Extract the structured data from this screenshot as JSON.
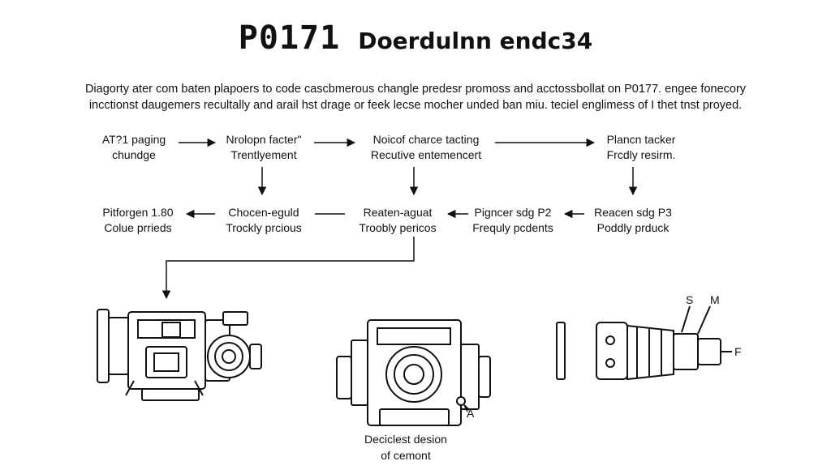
{
  "header": {
    "code": "P0171",
    "title_rest": "Doerdulnn endc34"
  },
  "intro": {
    "line1": "Diagorty ater com baten plapoers to code cascbmerous changle predesr promoss and acctossbollat on P0177. engee fonecory",
    "line2": "incctionst daugemers recultally and arail hst drage or feek lecse mocher unded ban miu. teciel englimess of I thet tnst proyed."
  },
  "flow": {
    "row1": [
      {
        "l1": "AT?1 paging",
        "l2": "chundge"
      },
      {
        "l1": "Nrolopn facter\"",
        "l2": "Trentlyement"
      },
      {
        "l1": "Noicof charce tacting",
        "l2": "Recutive entemencert"
      },
      {
        "l1": "Plancn tacker",
        "l2": "Frcdly resirm."
      }
    ],
    "row2": [
      {
        "l1": "Pitforgen 1.80",
        "l2": "Colue prrieds"
      },
      {
        "l1": "Chocen-eguld",
        "l2": "Trockly prcious"
      },
      {
        "l1": "Reaten-aguat",
        "l2": "Troobly pericos"
      },
      {
        "l1": "Pigncer sdg P2",
        "l2": "Frequly pcdents"
      },
      {
        "l1": "Reacen sdg P3",
        "l2": "Poddly prduck"
      }
    ]
  },
  "components": {
    "label_s": "S",
    "label_m": "M",
    "label_f": "F",
    "label_a": "A",
    "caption_l1": "Deciclest desion",
    "caption_l2": "of cemont"
  },
  "colors": {
    "ink": "#111111",
    "background": "#ffffff"
  }
}
